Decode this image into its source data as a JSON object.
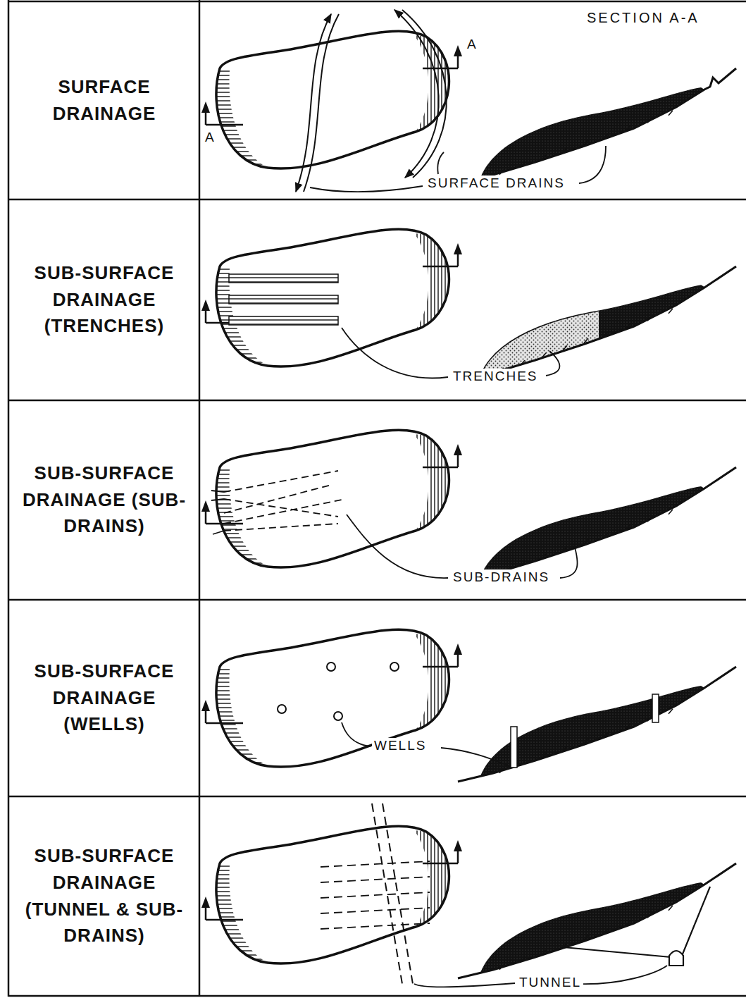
{
  "diagram": {
    "nodes": [
      {
        "text": [
          "SURFACE DRAINAGE"
        ]
      },
      {
        "text": [
          "SUB-SURFACE DRAINAGE (TRENCHES)"
        ]
      },
      {
        "text": [
          "SUB-SURFACE DRAINAGE (SUB-DRAINS)"
        ]
      },
      {
        "text": [
          "SUB-SURFACE DRAINAGE (WELLS)"
        ]
      },
      {
        "text": [
          "SUB-SURFACE DRAINAGE (TUNNEL & SUB-DRAINS)"
        ]
      }
    ],
    "labels": [
      "SECTION A-A",
      "A",
      "A",
      "SURFACE DRAINS",
      "TRENCHES",
      "SUB-DRAINS",
      "WELLS",
      "TUNNEL"
    ]
  }
}
